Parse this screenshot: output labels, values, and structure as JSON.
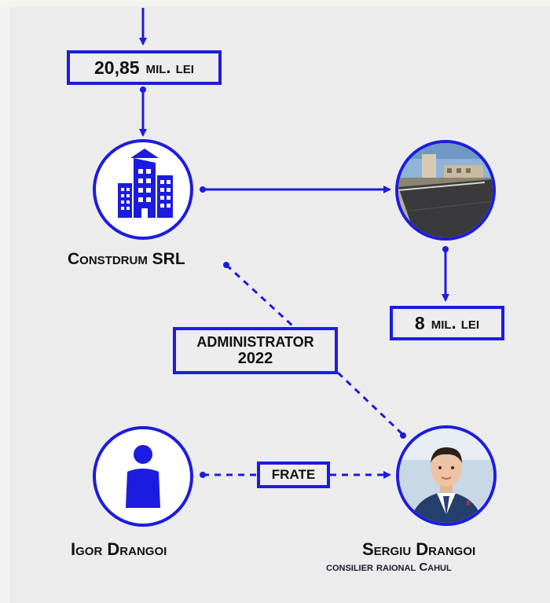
{
  "amounts": {
    "top": {
      "main": "20,85",
      "unit": "mil. lei"
    },
    "right": {
      "main": "8",
      "unit": "mil. lei"
    }
  },
  "company": {
    "name": "Constdrum SRL",
    "icon": "office-building-icon"
  },
  "photo_road": {
    "icon": "road-construction-photo"
  },
  "relation_admin": {
    "line1": "ADMINISTRATOR",
    "line2": "2022"
  },
  "relation_brother": {
    "label": "FRATE"
  },
  "person_left": {
    "name": "Igor Drangoi",
    "icon": "person-silhouette-icon"
  },
  "person_right": {
    "name": "Sergiu Drangoi",
    "role": "consilier raional Cahul",
    "icon": "portrait-photo"
  },
  "colors": {
    "accent": "#1c1ce0",
    "background": "#ececec"
  }
}
